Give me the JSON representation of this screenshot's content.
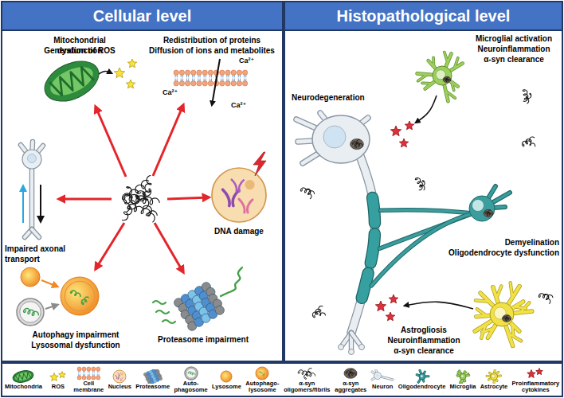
{
  "diagram": {
    "nodes": [
      {
        "text": [
          "Cellular level"
        ]
      },
      {
        "text": [
          "Histopathological level"
        ]
      }
    ],
    "labels": [
      "Mitochondrial dysfunction",
      "Generation of ROS",
      "Redistribution of proteins",
      "Diffusion of ions and metabolites",
      "Ca²⁺",
      "Ca²⁺",
      "Ca²⁺",
      "Impaired axonal transport",
      "DNA damage",
      "Autophagy impairment",
      "Lysosomal dysfunction",
      "Proteasome impairment",
      "Neurodegeneration",
      "Microglial activation",
      "Neuroinflammation",
      "α-syn clearance",
      "Demyelination",
      "Oligodendrocyte dysfunction",
      "Astrogliosis",
      "Neuroinflammation",
      "α-syn clearance"
    ],
    "legend": [
      {
        "text": "Mitochondria"
      },
      {
        "text": "ROS"
      },
      {
        "text": "Cell membrane"
      },
      {
        "text": "Nucleus"
      },
      {
        "text": "Proteasome"
      },
      {
        "text": "Auto- phagosome"
      },
      {
        "text": "Lysosome"
      },
      {
        "text": "Autophago- lysosome"
      },
      {
        "text": "α-syn oligomers/fibrils"
      },
      {
        "text": "α-syn aggregates"
      },
      {
        "text": "Neuron"
      },
      {
        "text": "Oligodendrocyte"
      },
      {
        "text": "Microglia"
      },
      {
        "text": "Astrocyte"
      },
      {
        "text": "Proinflammatory cytokines"
      }
    ]
  }
}
